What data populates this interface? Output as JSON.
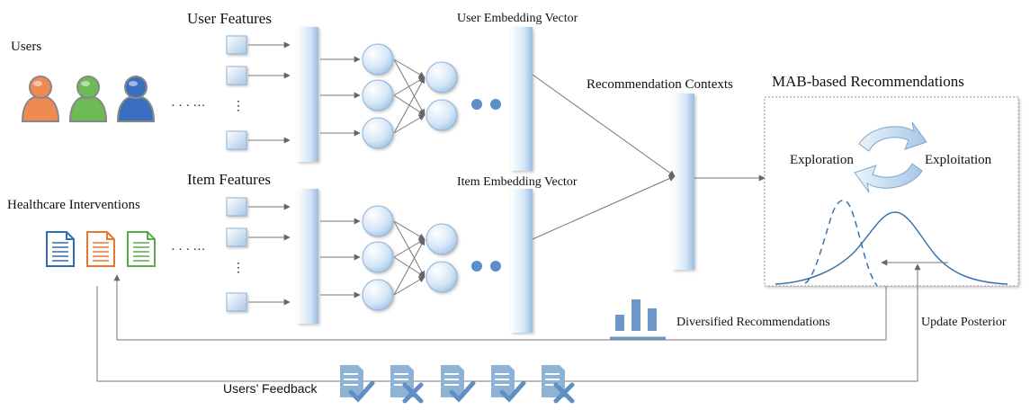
{
  "labels": {
    "users": "Users",
    "user_features": "User Features",
    "user_embedding": "User Embedding Vector",
    "recommendation_contexts": "Recommendation Contexts",
    "mab_recommendations": "MAB-based Recommendations",
    "exploration": "Exploration",
    "exploitation": "Exploitation",
    "healthcare_interventions": "Healthcare Interventions",
    "item_features": "Item Features",
    "item_embedding": "Item Embedding Vector",
    "diversified_recommendations": "Diversified Recommendations",
    "update_posterior": "Update Posterior",
    "users_feedback": "Users’ Feedback",
    "ellipsis_users": "· · · ···",
    "ellipsis_items": "· · · ···",
    "vdots": "⋮"
  },
  "users": [
    {
      "icon": "user-icon",
      "color": "#f08a55"
    },
    {
      "icon": "user-icon",
      "color": "#6dbb55"
    },
    {
      "icon": "user-icon",
      "color": "#3a6fc0"
    }
  ],
  "documents": [
    {
      "icon": "document-icon",
      "color": "#2e6db5"
    },
    {
      "icon": "document-icon",
      "color": "#e8772e"
    },
    {
      "icon": "document-icon",
      "color": "#5aaa4a"
    }
  ],
  "feedback": [
    {
      "icon": "document-check-icon",
      "mark": "check"
    },
    {
      "icon": "document-cross-icon",
      "mark": "cross"
    },
    {
      "icon": "document-check-icon",
      "mark": "check"
    },
    {
      "icon": "document-check-icon",
      "mark": "check"
    },
    {
      "icon": "document-cross-icon",
      "mark": "cross"
    }
  ],
  "colors": {
    "bar_light": "#e6f0fa",
    "bar_dark": "#9bbde0",
    "curve": "#3b72ad",
    "arrow": "#666666",
    "feedback_icon": "#8fb3d6"
  }
}
